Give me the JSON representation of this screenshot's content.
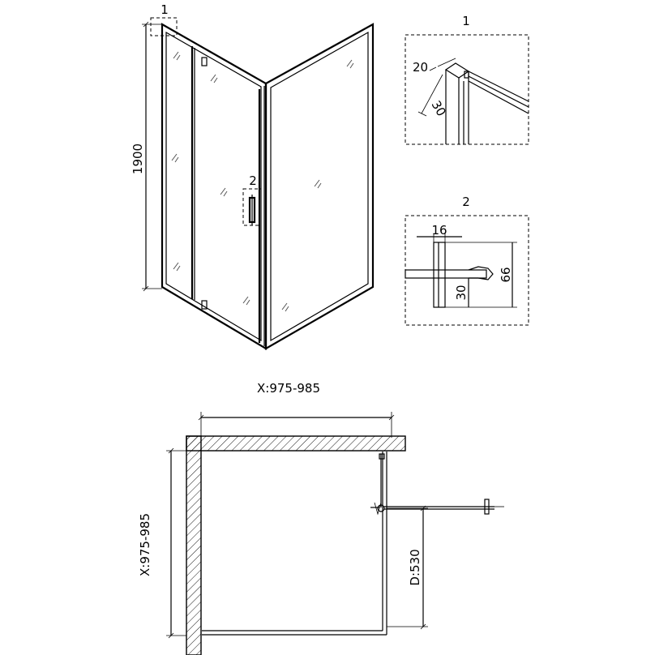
{
  "labels": {
    "detail1_callout": "1",
    "detail2_callout": "2",
    "height": "1900",
    "detail1_title": "1",
    "detail1_dim_a": "20",
    "detail1_dim_b": "30",
    "detail2_title": "2",
    "detail2_dim_width": "16",
    "detail2_dim_offset": "30",
    "detail2_dim_height": "66",
    "plan_width": "X:975-985",
    "plan_depth": "X:975-985",
    "door_swing": "D:530"
  }
}
